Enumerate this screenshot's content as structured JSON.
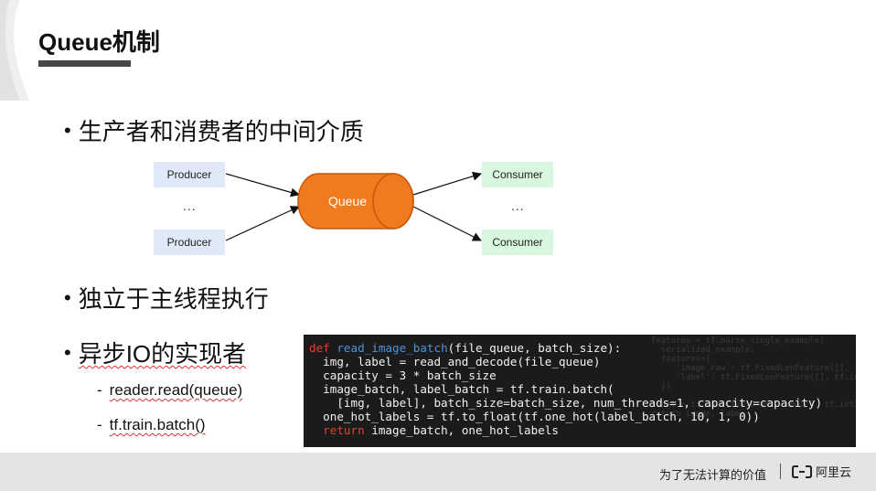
{
  "title": "Queue机制",
  "bullets": [
    "生产者和消费者的中间介质",
    "独立于主线程执行",
    "异步IO的实现者"
  ],
  "subitems": [
    "reader.read(queue)",
    "tf.train.batch()"
  ],
  "diagram": {
    "producer_label": "Producer",
    "consumer_label": "Consumer",
    "ellipsis": "...",
    "queue_label": "Queue",
    "queue_color": "#f07a1f"
  },
  "code": {
    "keyword_def": "def",
    "function_name": "read_image_batch",
    "signature_rest": "(file_queue, batch_size):",
    "lines": [
      "  img, label = read_and_decode(file_queue)",
      "  capacity = 3 * batch_size",
      "  image_batch, label_batch = tf.train.batch(",
      "    [img, label], batch_size=batch_size, num_threads=1, capacity=capacity)",
      "  one_hot_labels = tf.to_float(tf.one_hot(label_batch, 10, 1, 0))"
    ],
    "keyword_return": "return",
    "return_rest": " image_batch, one_hot_labels"
  },
  "footer": {
    "slogan": "为了无法计算的价值",
    "brand": "阿里云"
  }
}
